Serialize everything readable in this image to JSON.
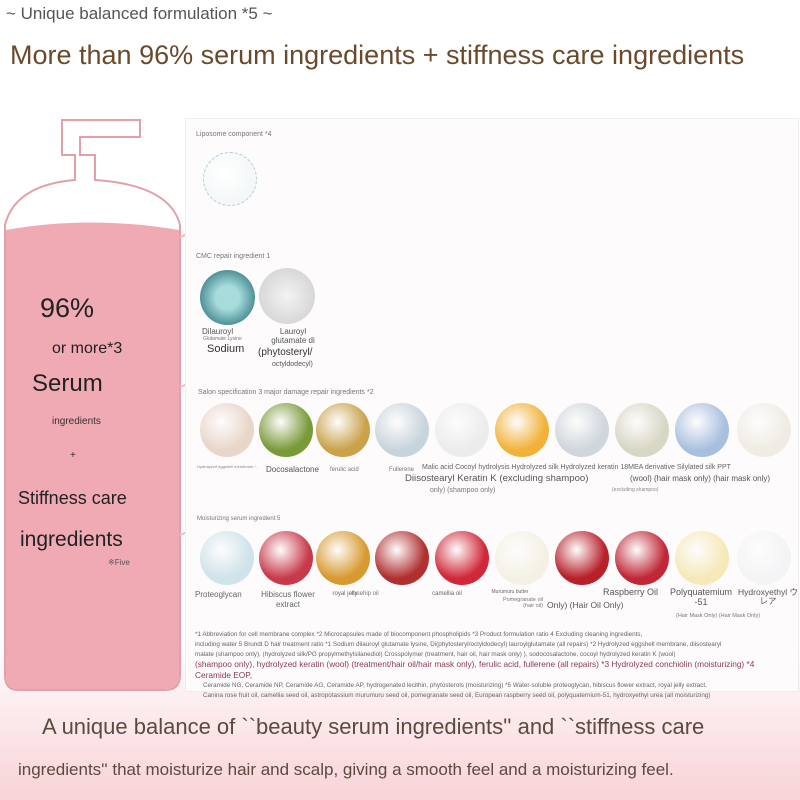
{
  "header": {
    "subtitle": "~ Unique balanced formulation *5 ~",
    "title": "More than 96% serum ingredients + stiffness care ingredients"
  },
  "bottle": {
    "pct": "96%",
    "ormore": "or more*3",
    "serum": "Serum",
    "ingredients_small": "ingredients",
    "plus": "+",
    "stiffness": "Stiffness care",
    "ingredients": "ingredients",
    "five": "※Five",
    "fill_color": "#f0aab4"
  },
  "sections": {
    "liposome": {
      "title": "Liposome component *4"
    },
    "cmc": {
      "title": "CMC repair ingredient 1",
      "items": [
        {
          "label": "Dilauroyl",
          "sub": "Glutamate Lysine",
          "big": "Sodium"
        },
        {
          "label": "Lauroyl glutamate di",
          "big": "(phytosteryl/",
          "sub": "octyldodecyl)"
        }
      ]
    },
    "salon": {
      "title": "Salon specification 3 major damage repair ingredients *2",
      "colors": [
        "#e8d6c8",
        "#7a9a3a",
        "#c9a24a",
        "#c8d4dc",
        "#ececec",
        "#f2b23a",
        "#cfd6dc",
        "#d8d6c4",
        "#a8c0e0",
        "#f0ece4"
      ],
      "labels": [
        "Hydrolyzed eggshell membrane / -",
        "Docosalactone",
        "ferulic acid",
        "Fullerene",
        "Malic acid Cocoyl hydrolysis Hydrolyzed silk Hydrolyzed keratin 18MEA derivative Silylated silk PPT",
        "Diisostearyl Keratin K (excluding shampoo)",
        "(wool) (hair mask only) (hair mask only)",
        "only) (shampoo only)",
        "(excluding shampoo)"
      ]
    },
    "moist": {
      "title": "Moisturizing serum ingredient 5",
      "colors": [
        "#cfe3ea",
        "#c83a4a",
        "#d89a30",
        "#b03030",
        "#d02838",
        "#f4f1e4",
        "#b8202a",
        "#c02838",
        "#f5e9b8",
        "#f4f4f6"
      ],
      "labels": [
        "Proteoglycan",
        "Hibiscus flower extract",
        "royal jelly",
        "rosehip oil",
        "camellia oil",
        "Murumuru butter",
        "Pomegranate oil (hair oil)",
        "Only) (Hair Oil Only)",
        "Raspberry Oil",
        "Polyquatemium -51",
        "Hydroxyethyl ウレア",
        "(Hair Mask Only) (Hair Mask Only)"
      ]
    }
  },
  "footnote": {
    "l1": "*1 Abbreviation for cell membrane complex *2 Microcapsules made of biocomponent phospholipids *3 Product formulation ratio 4 Excluding cleaning ingredients,",
    "l2": "including water 5 Brundt D hair treatment ratio *1 Sodium dilauroyl glutamate lysine, Di(phytosteryl/octyldodecyl) lauroylglutamate (all repairs) *2 Hydrolyzed eggshell membrane, diisostearyl",
    "l3": "malate (shampoo only), (hydrolyzed silk/PG propylmethylsilanediol) Crosspolymer (treatment, hair oil, hair mask only) ), sodocosalactone, cocoyl hydrolyzed keratin K (wool)",
    "l4": "(shampoo only), hydrolyzed keratin (wool) (treatment/hair oil/hair mask only), ferulic acid, fullerene (all repairs) *3 Hydrolyzed conchiolin (moisturizing) *4 Ceramide EOP,",
    "l5": "Ceramide NG, Ceramide NP, Ceramide AG, Ceramide AP, hydrogenated lecithin, phytosterols (moisturizing) *5 Water-soluble proteoglycan, hibiscus flower extract, royal jelly extract,",
    "l6": "Canina rose fruit oil, camellia seed oil, astropotassium murumuru seed oil, pomegranate seed oil, European raspberry seed oil, polyquaternium-51, hydroxyethyl urea (all moisturizing)"
  },
  "bottom": {
    "line1": "A unique balance of ``beauty serum ingredients'' and ``stiffness care",
    "line2": "ingredients'' that moisturize hair and scalp, giving a smooth feel and a moisturizing feel."
  }
}
